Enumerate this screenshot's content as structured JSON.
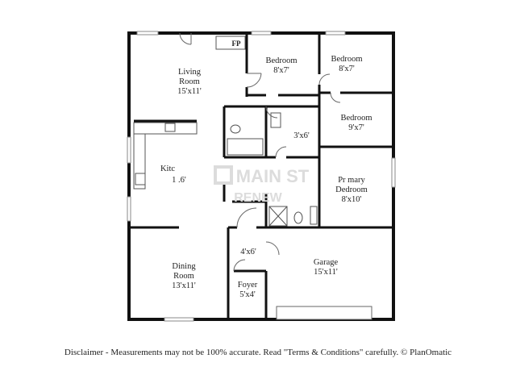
{
  "rooms": {
    "living": {
      "name": "Living",
      "name2": "Room",
      "dims": "15'x11'"
    },
    "bedroom1": {
      "name": "Bedroom",
      "dims": "8'x7'"
    },
    "bedroom2": {
      "name": "Bedroom",
      "dims": "8'x7'"
    },
    "bedroom3": {
      "name": "Bedroom",
      "dims": "9'x7'"
    },
    "hall_closet": {
      "dims": "3'x6'"
    },
    "kitchen": {
      "name": "Kitc",
      "dims": "1 .6'"
    },
    "primary": {
      "name": "Pr mary",
      "name2": "Dedroom",
      "dims": "8'x10'"
    },
    "laundry": {
      "dims": "4'x6'"
    },
    "dining": {
      "name": "Dining",
      "name2": "Room",
      "dims": "13'x11'"
    },
    "foyer": {
      "name": "Foyer",
      "dims": "5'x4'"
    },
    "garage": {
      "name": "Garage",
      "dims": "15'x11'"
    }
  },
  "fireplace_label": "FP",
  "watermark": {
    "line1": "MAIN ST",
    "line2": "RENEW"
  },
  "disclaimer": "Disclaimer - Measurements may not be 100% accurate. Read \"Terms & Conditions\" carefully. © PlanOmatic"
}
